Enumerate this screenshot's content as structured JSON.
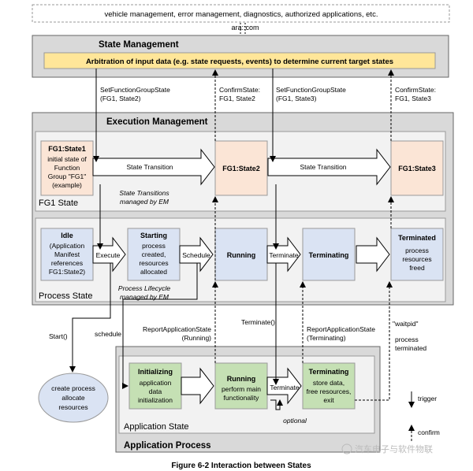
{
  "top_bar": "vehicle management, error management, diagnostics, authorized applications, etc.",
  "ara_com": "ara::com",
  "state_management": {
    "title": "State Management",
    "arbitration": "Arbitration of input data (e.g. state requests, events) to determine current target states"
  },
  "edges": {
    "set_fg_state_1": [
      "SetFunctionGroupState",
      "(FG1, State2)"
    ],
    "confirm_state_1": [
      "ConfirmState:",
      "FG1, State2"
    ],
    "set_fg_state_2": [
      "SetFunctionGroupState",
      "(FG1, State3)"
    ],
    "confirm_state_2": [
      "ConfirmState:",
      "FG1, State3"
    ],
    "start": "Start()",
    "schedule": "schedule",
    "report_running": [
      "ReportApplicationState",
      "(Running)"
    ],
    "terminate_call": "Terminate()",
    "report_terminating": [
      "ReportApplicationState",
      "(Terminating)"
    ],
    "waitpid": "\"waitpid\"",
    "process_terminated": [
      "process",
      "terminated"
    ]
  },
  "execution_management": {
    "title": "Execution Management",
    "fg1_state": {
      "label": "FG1 State",
      "state1": {
        "title": "FG1:State1",
        "lines": [
          "initial state of",
          "Function",
          "Group \"FG1\"",
          "(example)"
        ]
      },
      "transition_1": "State Transition",
      "state2": "FG1:State2",
      "transition_2": "State Transition",
      "state3": "FG1:State3",
      "note": [
        "State Transitions",
        "managed by EM"
      ]
    },
    "process_state": {
      "label": "Process State",
      "idle": {
        "title": "Idle",
        "lines": [
          "(Application",
          "Manifest",
          "references",
          "FG1:State2)"
        ]
      },
      "execute": "Execute",
      "starting": {
        "title": "Starting",
        "lines": [
          "process",
          "created,",
          "resources",
          "allocated"
        ]
      },
      "schedule": "Schedule",
      "running": "Running",
      "terminate": "Terminate",
      "terminating": "Terminating",
      "terminated": {
        "title": "Terminated",
        "lines": [
          "process",
          "resources",
          "freed"
        ]
      },
      "note": [
        "Process Lifecycle",
        "managed by EM"
      ]
    }
  },
  "create_process": [
    "create process",
    "allocate",
    "resources"
  ],
  "application_process": {
    "title": "Application Process",
    "state_label": "Application State",
    "initializing": {
      "title": "Initializing",
      "lines": [
        "application",
        "data",
        "initialization"
      ]
    },
    "running": {
      "title": "Running",
      "lines": [
        "perform main",
        "functionality"
      ]
    },
    "terminate": "Terminate",
    "optional": "optional",
    "terminating": {
      "title": "Terminating",
      "lines": [
        "store data,",
        "free resources,",
        "exit"
      ]
    }
  },
  "legend": {
    "trigger": "trigger",
    "confirm": "confirm"
  },
  "caption": "Figure 6-2 Interaction between States",
  "watermark": "汽车电子与软件物联",
  "colors": {
    "peach": "#fbe5d6",
    "blue": "#dae3f3",
    "green": "#c5e0b4",
    "yellow": "#ffe699",
    "gray": "#d9d9d9",
    "panel": "#f2f2f2"
  }
}
